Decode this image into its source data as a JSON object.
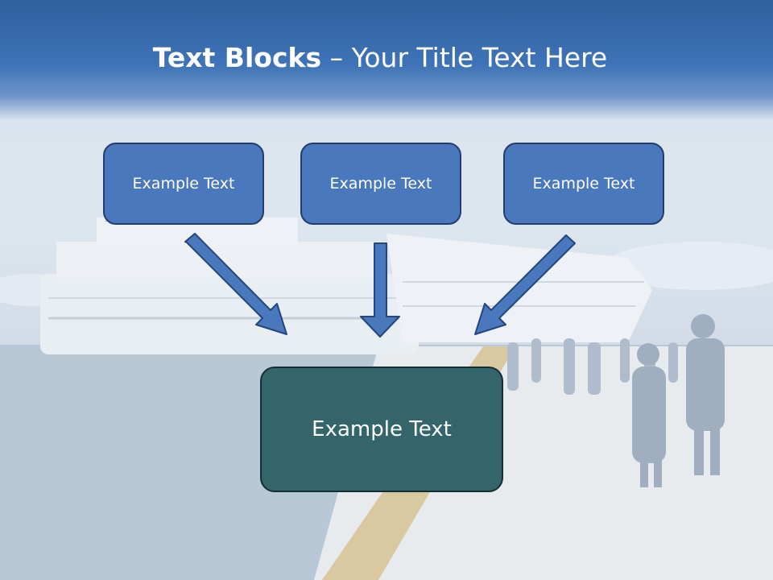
{
  "slide": {
    "title_bold": "Text Blocks",
    "title_dash": " – ",
    "title_rest": "Your Title Text Here"
  },
  "blocks": {
    "left": "Example Text",
    "center": "Example Text",
    "right": "Example Text",
    "main": "Example Text"
  },
  "colors": {
    "header": "#3f74b8",
    "block_fill": "#4a78bd",
    "main_fill": "#33656a",
    "arrow_fill": "#4a78bd"
  },
  "icons": {
    "arrows": [
      "arrow-down-right-icon",
      "arrow-down-icon",
      "arrow-down-left-icon"
    ]
  }
}
